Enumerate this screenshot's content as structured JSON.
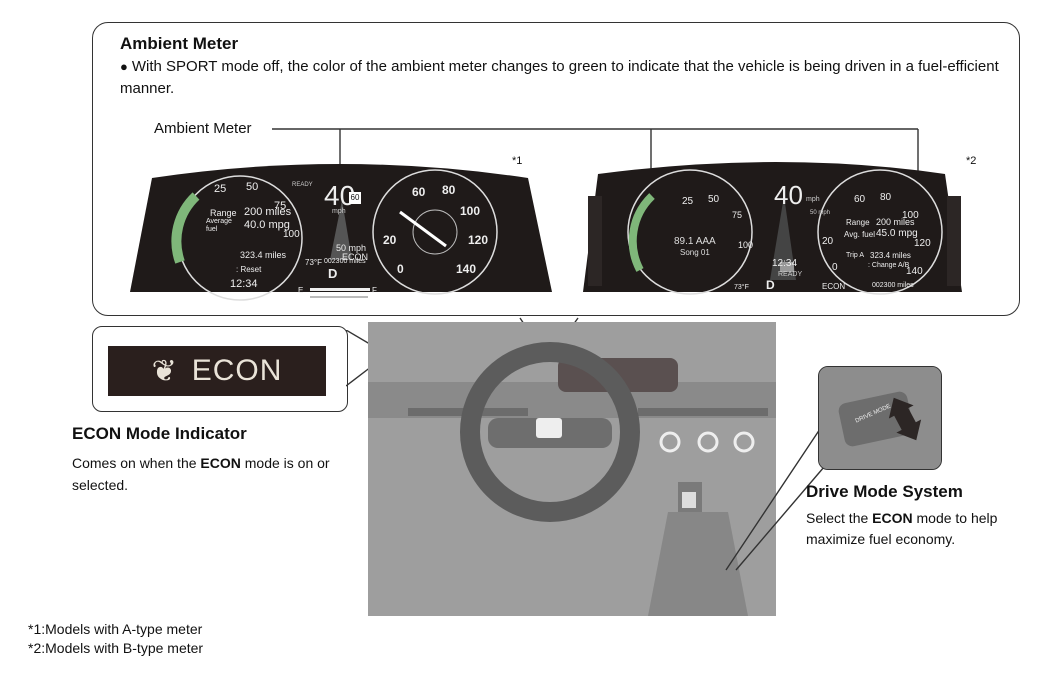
{
  "ambient": {
    "title": "Ambient Meter",
    "bullet": "●",
    "description": "With SPORT mode off, the color of the ambient meter changes to green to indicate that the vehicle is being driven in a fuel-efficient manner.",
    "label": "Ambient Meter"
  },
  "meter_a": {
    "marker": "*1",
    "speed": "40",
    "speed_unit": "mph",
    "range_label": "Range",
    "range_value": "200 miles",
    "avg_label": "Average fuel",
    "avg_value": "40.0 mpg",
    "odometer_trip": "323.4 miles",
    "reset": ": Reset",
    "time": "12:34",
    "econ": "ECON",
    "temp": "73°F",
    "odometer": "002300 miles",
    "gear": "D",
    "ready": "READY",
    "speed_limit": "60",
    "set_speed": "50 mph",
    "ticks": [
      "25",
      "50",
      "75",
      "100",
      "0",
      "20",
      "60",
      "80",
      "100",
      "120",
      "140"
    ],
    "fuel_e": "E",
    "fuel_f": "F"
  },
  "meter_b": {
    "marker": "*2",
    "speed": "40",
    "speed_unit": "mph",
    "audio_line1": "89.1 AAA",
    "audio_line2": "Song 01",
    "range_label": "Range",
    "range_value": "200 miles",
    "avg_label": "Avg. fuel",
    "avg_value": "45.0 mpg",
    "trip_label": "Trip A",
    "trip_value": "323.4 miles",
    "change": ": Change A/B",
    "time": "12:34",
    "econ": "ECON",
    "temp": "73°F",
    "odometer": "002300 miles",
    "gear": "D",
    "ready": "READY",
    "set_speed": "50 mph",
    "ticks": [
      "25",
      "50",
      "75",
      "100",
      "0",
      "20",
      "60",
      "80",
      "100",
      "120",
      "140"
    ]
  },
  "econ": {
    "badge_text": "ECON",
    "title": "ECON Mode Indicator",
    "desc_pre": "Comes on when the ",
    "desc_key": "ECON",
    "desc_post": " mode is on or selected."
  },
  "drive": {
    "title": "Drive Mode System",
    "desc_pre": "Select the ",
    "desc_key": "ECON",
    "desc_post": " mode to help maximize fuel economy.",
    "knob_label": "DRIVE MODE"
  },
  "footnotes": {
    "note1": "*1:Models with A-type meter",
    "note2": "*2:Models with B-type meter"
  },
  "colors": {
    "cluster_bg": "#1f1a19",
    "ambient_green": "#7fb77a",
    "line": "#333333"
  }
}
